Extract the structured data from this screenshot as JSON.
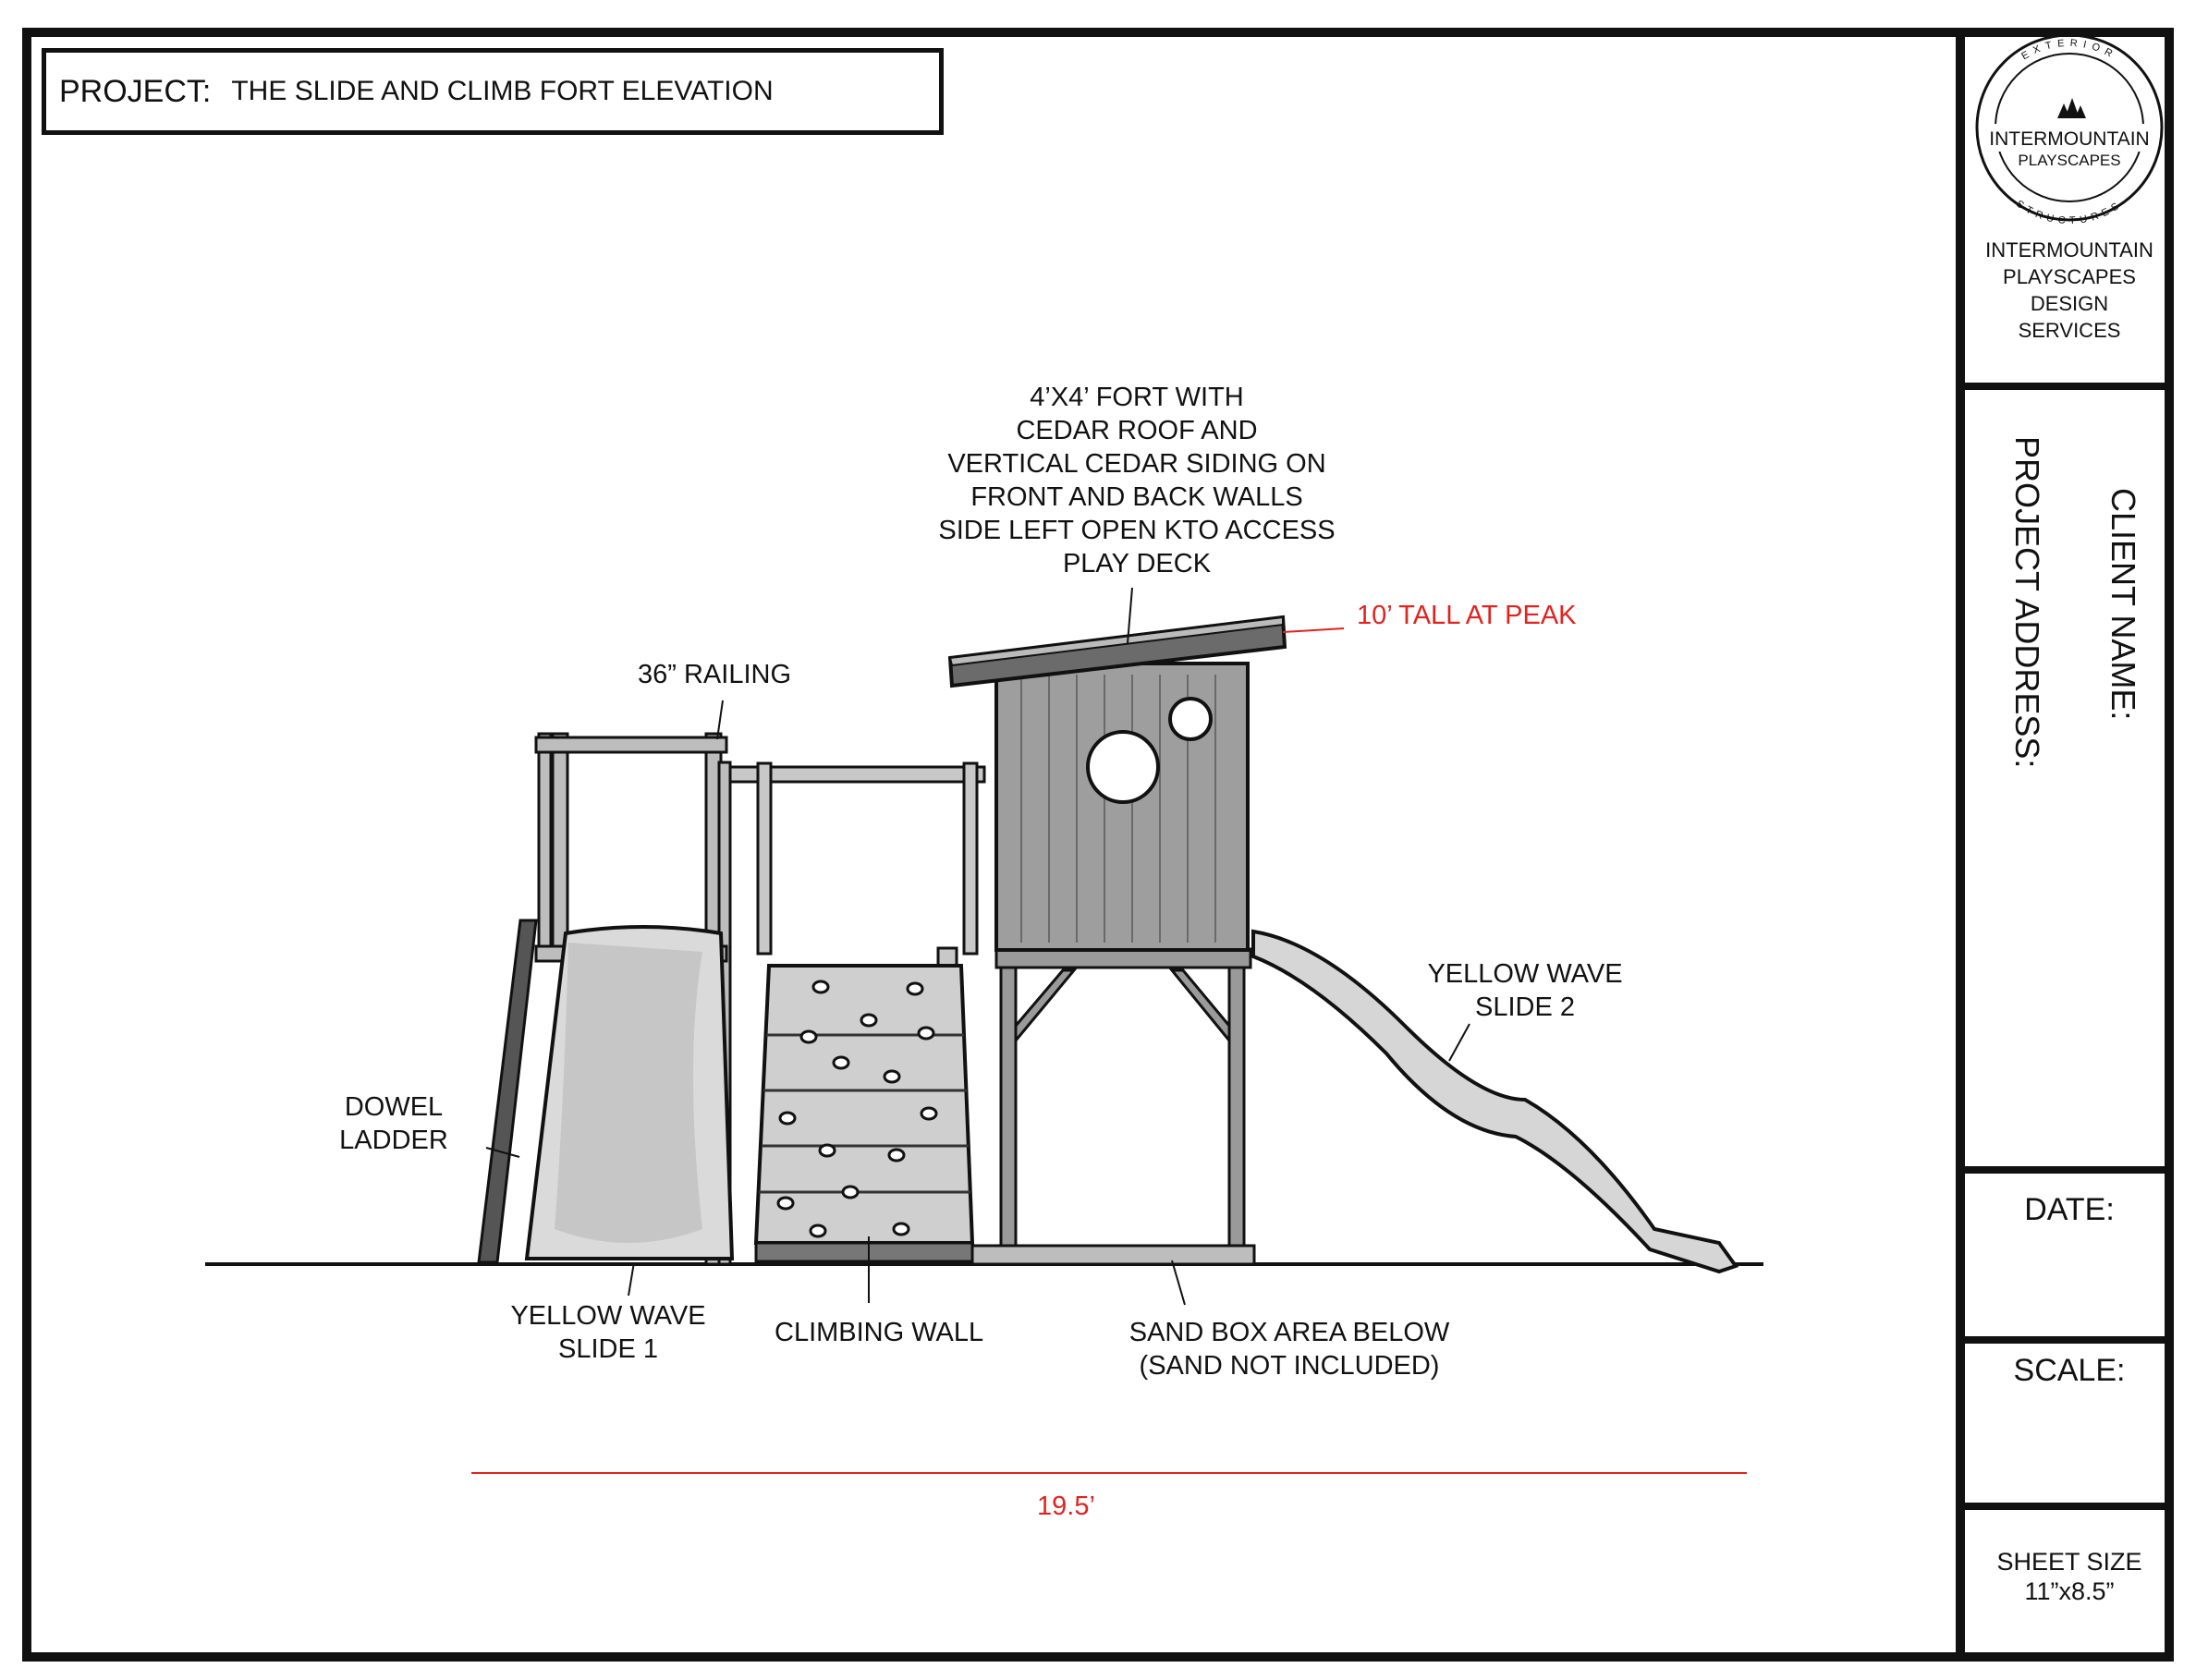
{
  "header": {
    "project_label": "PROJECT:",
    "project_title": "THE SLIDE AND CLIMB FORT ELEVATION"
  },
  "logo": {
    "ring_top": "EXTERIOR",
    "ring_bottom": "STRUCTURES",
    "line1": "INTERMOUNTAIN",
    "line2": "PLAYSCAPES"
  },
  "title_block": {
    "company_lines": [
      "INTERMOUNTAIN",
      "PLAYSCAPES",
      "DESIGN",
      "SERVICES"
    ],
    "client_name_label": "CLIENT NAME:",
    "project_address_label": "PROJECT ADDRESS:",
    "date_label": "DATE:",
    "scale_label": "SCALE:",
    "sheet_size_lines": [
      "SHEET SIZE",
      "11”x8.5”"
    ]
  },
  "annotations": {
    "fort_lines": [
      "4’X4’ FORT WITH",
      "CEDAR ROOF AND",
      "VERTICAL CEDAR SIDING ON",
      "FRONT AND BACK WALLS",
      "SIDE LEFT OPEN KTO ACCESS",
      "PLAY DECK"
    ],
    "peak_height": "10’ TALL AT PEAK",
    "railing": "36” RAILING",
    "dowel_ladder_lines": [
      "DOWEL",
      "LADDER"
    ],
    "slide2_lines": [
      "YELLOW WAVE",
      "SLIDE 2"
    ],
    "slide1_lines": [
      "YELLOW WAVE",
      "SLIDE 1"
    ],
    "climbing_wall": "CLIMBING WALL",
    "sandbox_lines": [
      "SAND BOX AREA BELOW",
      "(SAND NOT INCLUDED)"
    ],
    "overall_width": "19.5’"
  },
  "colors": {
    "ink": "#111111",
    "dimension_red": "#e0231f",
    "wood_gray": "#8a8a8a",
    "slide_gray": "#d6d6d6"
  }
}
